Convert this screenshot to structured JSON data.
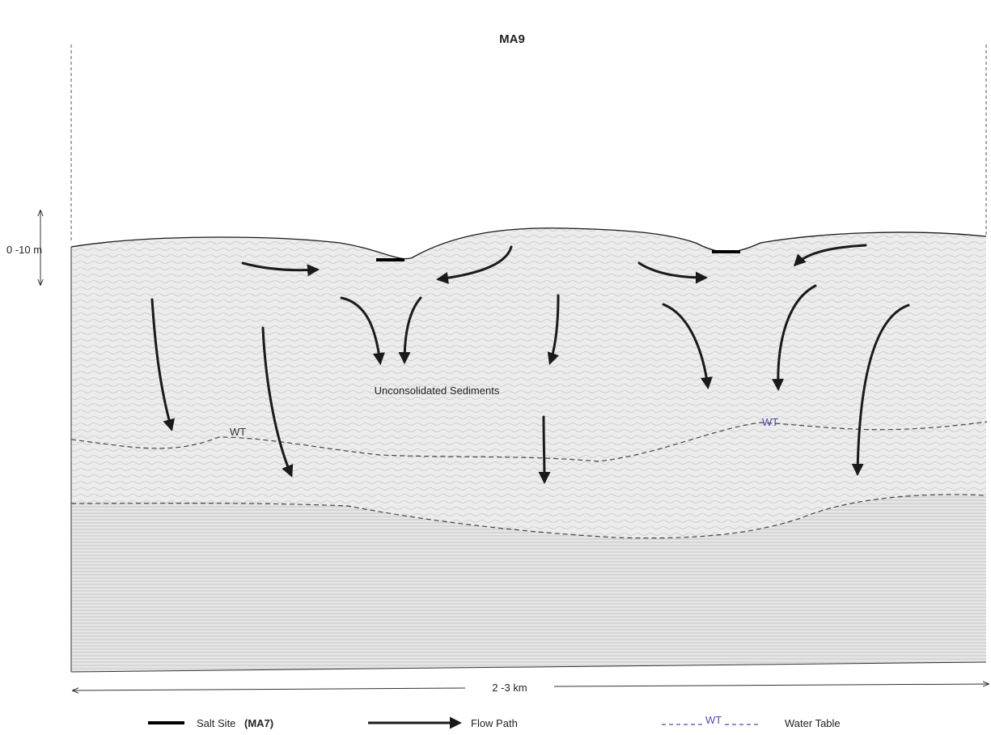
{
  "diagram": {
    "title": "MA9",
    "depth_label": "0 -10 m",
    "layer_label": "Unconsolidated Sediments",
    "wt_label_left": "WT",
    "wt_label_right": "WT",
    "width_label": "2 -3 km"
  },
  "legend": {
    "salt_site": {
      "text": "Salt Site",
      "code": "(MA7)"
    },
    "flow_path": "Flow Path",
    "water_table": {
      "symbol_text": "WT",
      "text": "Water Table"
    }
  },
  "colors": {
    "line": "#1a1a1a",
    "water_table_legend": "#4b4bb0",
    "upper_fill": "#eaeaea",
    "lower_fill": "#e2e2e2"
  }
}
